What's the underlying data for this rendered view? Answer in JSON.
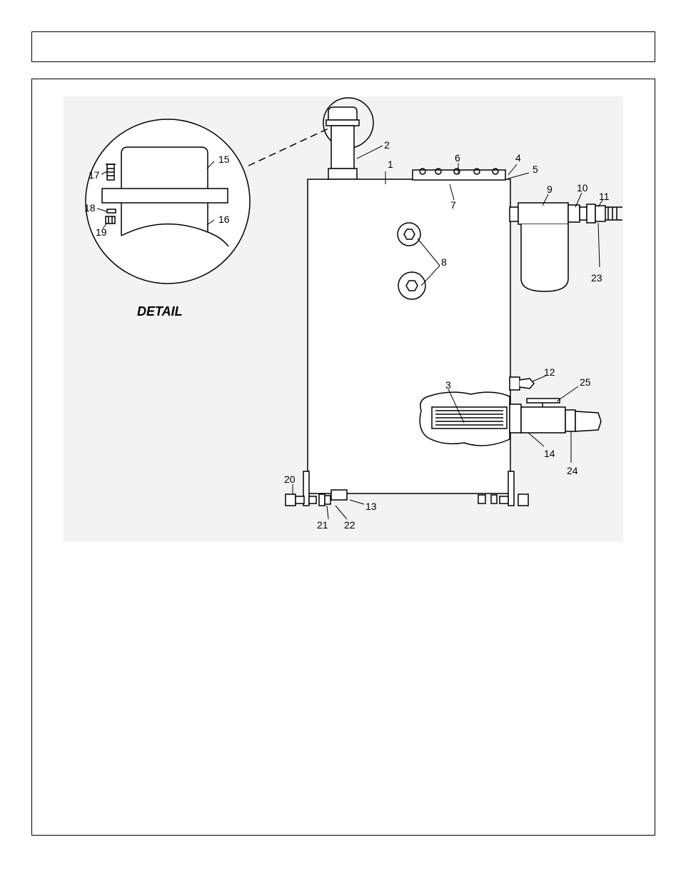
{
  "header": {
    "title": ""
  },
  "figure": {
    "detail_label": "DETAIL",
    "callouts": {
      "c1": "1",
      "c2": "2",
      "c3": "3",
      "c4": "4",
      "c5": "5",
      "c6": "6",
      "c7": "7",
      "c8": "8",
      "c9": "9",
      "c10": "10",
      "c11": "11",
      "c12": "12",
      "c13": "13",
      "c14": "14",
      "c15": "15",
      "c16": "16",
      "c17": "17",
      "c18": "18",
      "c19": "19",
      "c20": "20",
      "c21": "21",
      "c22": "22",
      "c23": "23",
      "c24": "24",
      "c25": "25"
    }
  }
}
